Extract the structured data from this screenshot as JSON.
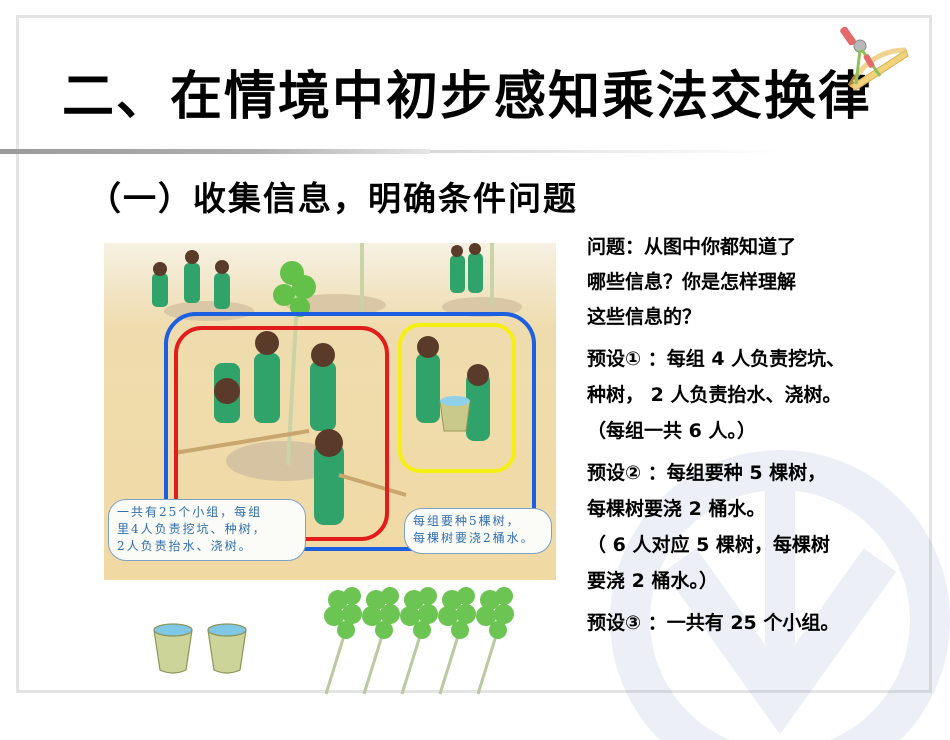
{
  "slide": {
    "title": "二、在情境中初步感知乘法交换律",
    "subtitle": "（一）收集信息，明确条件问题",
    "logo_icon": "compass-ruler-icon",
    "watermark_icon": "publisher-logo-icon"
  },
  "scene": {
    "image_icon": "children-planting-trees-illustration",
    "bubble_left": [
      "一共有25个小组，每组",
      "里4人负责挖坑、种树，",
      "2人负责抬水、浇树。"
    ],
    "bubble_right": [
      "每组要种5棵树，",
      "每棵树要浇2桶水。"
    ],
    "highlight_colors": {
      "group": "#1c5fe0",
      "diggers": "#e31b1b",
      "carriers": "#f5ef12"
    }
  },
  "question": {
    "lines": [
      "问题：从图中你都知道了",
      "哪些信息？你是怎样理解",
      "这些信息的？"
    ]
  },
  "presets": [
    {
      "lines": [
        "预设① ：每组 4 人负责挖坑、",
        "种树， 2 人负责抬水、浇树。",
        "（每组一共 6 人。）"
      ]
    },
    {
      "lines": [
        "预设② ：每组要种 5 棵树，",
        "每棵树要浇 2 桶水。",
        "（ 6 人对应 5 棵树，每棵树",
        "要浇 2 桶水。）"
      ]
    },
    {
      "lines": [
        "预设③ ：一共有 25 个小组。"
      ]
    }
  ],
  "bottom_icons": {
    "buckets": {
      "count": 2,
      "icon": "water-bucket-icon"
    },
    "trees": {
      "count": 5,
      "icon": "sapling-icon"
    }
  }
}
